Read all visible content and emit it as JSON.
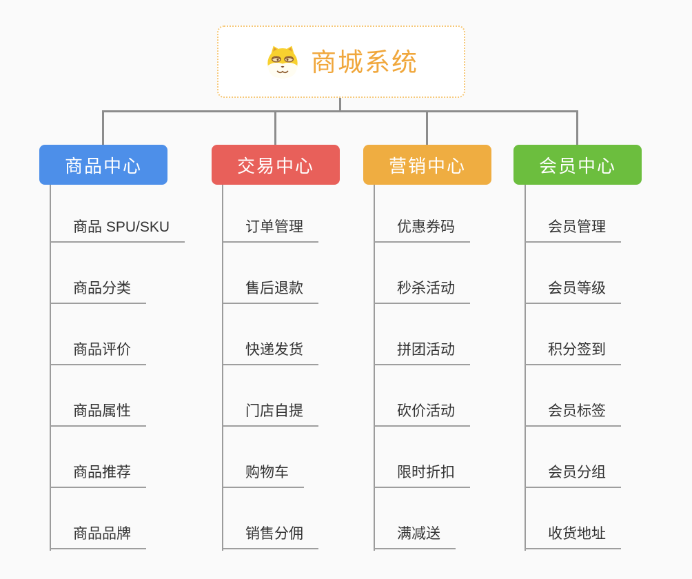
{
  "root": {
    "title": "商城系统",
    "icon": "doge-dog-face",
    "title_color": "#f0a73c",
    "border_color": "#f6c878"
  },
  "connector_color": "#8c8c8c",
  "leaf_line_color": "#9e9e9e",
  "branches": [
    {
      "label": "商品中心",
      "color": "#4d8fe9",
      "children": [
        "商品 SPU/SKU",
        "商品分类",
        "商品评价",
        "商品属性",
        "商品推荐",
        "商品品牌"
      ]
    },
    {
      "label": "交易中心",
      "color": "#e8605a",
      "children": [
        "订单管理",
        "售后退款",
        "快递发货",
        "门店自提",
        "购物车",
        "销售分佣"
      ]
    },
    {
      "label": "营销中心",
      "color": "#efad41",
      "children": [
        "优惠券码",
        "秒杀活动",
        "拼团活动",
        "砍价活动",
        "限时折扣",
        "满减送"
      ]
    },
    {
      "label": "会员中心",
      "color": "#6cbe3e",
      "children": [
        "会员管理",
        "会员等级",
        "积分签到",
        "会员标签",
        "会员分组",
        "收货地址"
      ]
    }
  ]
}
